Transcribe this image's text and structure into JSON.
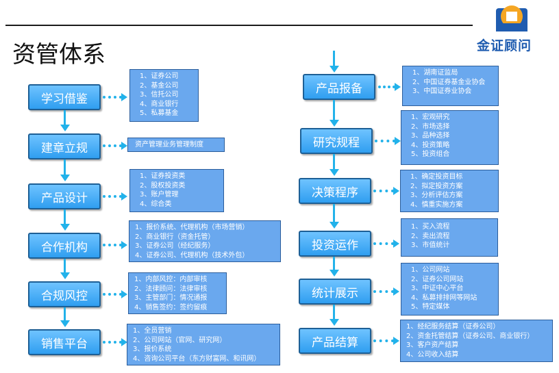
{
  "header": {
    "title": "资管体系",
    "brand": "金证顾问"
  },
  "colors": {
    "step_fill": "#3fa9f5",
    "step_border": "#1d5f95",
    "note_fill": "#6aa8ee",
    "connector": "#22b2ea",
    "logo_orange": "#f5a623",
    "logo_blue": "#1f5cb0"
  },
  "left_column": [
    {
      "label": "学习借鉴",
      "notes": [
        "1、证券公司",
        "2、基金公司",
        "3、信托公司",
        "4、商业银行",
        "5、私募基金"
      ]
    },
    {
      "label": "建章立规",
      "notes": [
        "资产管理业务管理制度"
      ]
    },
    {
      "label": "产品设计",
      "notes": [
        "1、证券投资类",
        "2、股权投资类",
        "3、账户管理",
        "4、综合类"
      ]
    },
    {
      "label": "合作机构",
      "notes": [
        "1、报价系统、代理机构（市场营销）",
        "2、商业银行（资金托管）",
        "3、证券公司（经纪服务）",
        "4、证券公司、代理机构（技术外包）"
      ]
    },
    {
      "label": "合规风控",
      "notes": [
        "1、内部风控：内部审核",
        "2、法律顾问：法律审核",
        "3、主管部门：情况通报",
        "4、销售签约：签约留痕"
      ]
    },
    {
      "label": "销售平台",
      "notes": [
        "1、全员营销",
        "2、公司网站（官网、研究网）",
        "3、报价系统",
        "4、咨询公司平台（东方财富网、和讯网）"
      ]
    }
  ],
  "right_column": [
    {
      "label": "产品报备",
      "notes": [
        "1、湖南证监局",
        "2、中国证券基金业协会",
        "3、中国证券业协会"
      ]
    },
    {
      "label": "研究规程",
      "notes": [
        "1、宏观研究",
        "2、市场选择",
        "3、品种选择",
        "4、投资策略",
        "5、投资组合"
      ]
    },
    {
      "label": "决策程序",
      "notes": [
        "1、确定投资目标",
        "2、拟定投资方案",
        "3、分析评估方案",
        "4、慎重实施方案"
      ]
    },
    {
      "label": "投资运作",
      "notes": [
        "1、买入流程",
        "2、卖出流程",
        "3、市值统计"
      ]
    },
    {
      "label": "统计展示",
      "notes": [
        "1、公司网站",
        "2、证券公司网站",
        "3、中证中心平台",
        "4、私募排排网等网站",
        "5、特定媒体"
      ]
    },
    {
      "label": "产品结算",
      "notes": [
        "1、经纪服务结算（证券公司）",
        "2、资金托管结算（证券公司、商业银行）",
        "3、客户资产结算",
        "4、公司收入结算"
      ]
    }
  ]
}
